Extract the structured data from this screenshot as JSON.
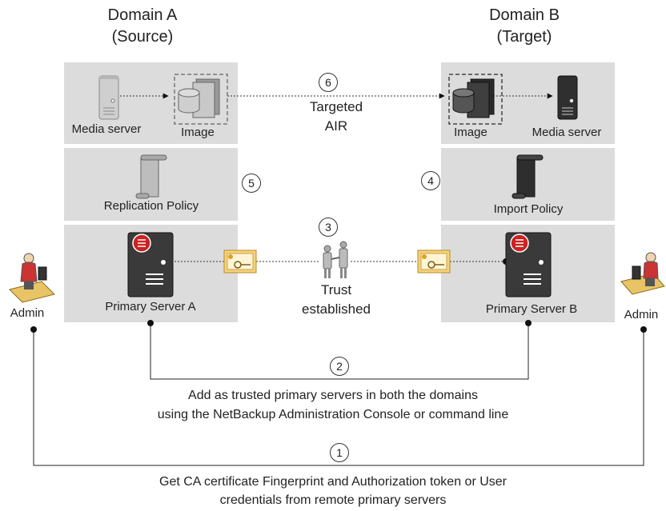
{
  "domain_a": {
    "title": "Domain A",
    "subtitle": "(Source)"
  },
  "domain_b": {
    "title": "Domain B",
    "subtitle": "(Target)"
  },
  "media_server_a": "Media server",
  "image_a": "Image",
  "image_b": "Image",
  "media_server_b": "Media server",
  "targeted_air": {
    "line1": "Targeted",
    "line2": "AIR"
  },
  "replication_policy": "Replication Policy",
  "import_policy": "Import Policy",
  "primary_server_a": "Primary Server A",
  "primary_server_b": "Primary Server B",
  "trust": {
    "line1": "Trust",
    "line2": "established"
  },
  "admin_left": "Admin",
  "admin_right": "Admin",
  "step_numbers": {
    "s1": "1",
    "s2": "2",
    "s3": "3",
    "s4": "4",
    "s5": "5",
    "s6": "6"
  },
  "step2_text": {
    "line1": "Add as trusted primary servers in both the domains",
    "line2": "using the NetBackup Administration Console or command line"
  },
  "step1_text": {
    "line1": "Get CA certificate Fingerprint and Authorization token or User",
    "line2": "credentials from remote primary servers"
  },
  "colors": {
    "panel": "#dcdcdc",
    "server_dark": "#3a3a3a",
    "server_light": "#d7d7d7",
    "logo_red": "#cc2222",
    "cert": "#f3c866"
  }
}
